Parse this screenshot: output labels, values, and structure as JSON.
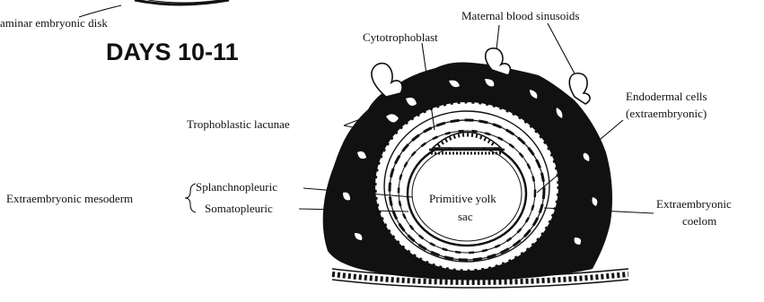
{
  "title": "DAYS 10-11",
  "labels": {
    "bilaminar_disk": "aminar embryonic disk",
    "maternal_sinusoids": "Maternal blood sinusoids",
    "cytotrophoblast": "Cytotrophoblast",
    "endodermal_line1": "Endodermal cells",
    "endodermal_line2": "(extraembryonic)",
    "trophoblastic_lacunae": "Trophoblastic lacunae",
    "extraembryonic_mesoderm": "Extraembryonic mesoderm",
    "splanchnopleuric": "Splanchnopleuric",
    "somatopleuric": "Somatopleuric",
    "yolk_sac_line1": "Primitive yolk",
    "yolk_sac_line2": "sac",
    "coelom_line1": "Extraembryonic",
    "coelom_line2": "coelom"
  }
}
